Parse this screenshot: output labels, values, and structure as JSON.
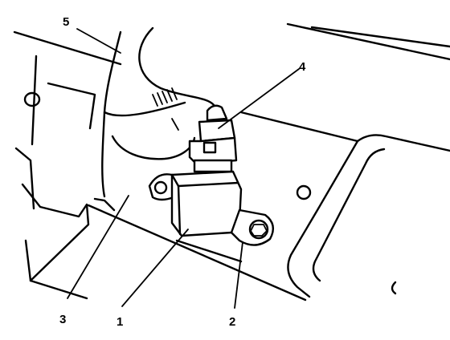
{
  "callouts": [
    {
      "id": "1",
      "label": "1",
      "part": "sensor-body"
    },
    {
      "id": "2",
      "label": "2",
      "part": "mounting-bolt"
    },
    {
      "id": "3",
      "label": "3",
      "part": "bracket"
    },
    {
      "id": "4",
      "label": "4",
      "part": "electrical-connector"
    },
    {
      "id": "5",
      "label": "5",
      "part": "hose"
    }
  ],
  "colors": {
    "line": "#000000",
    "background": "#ffffff"
  }
}
